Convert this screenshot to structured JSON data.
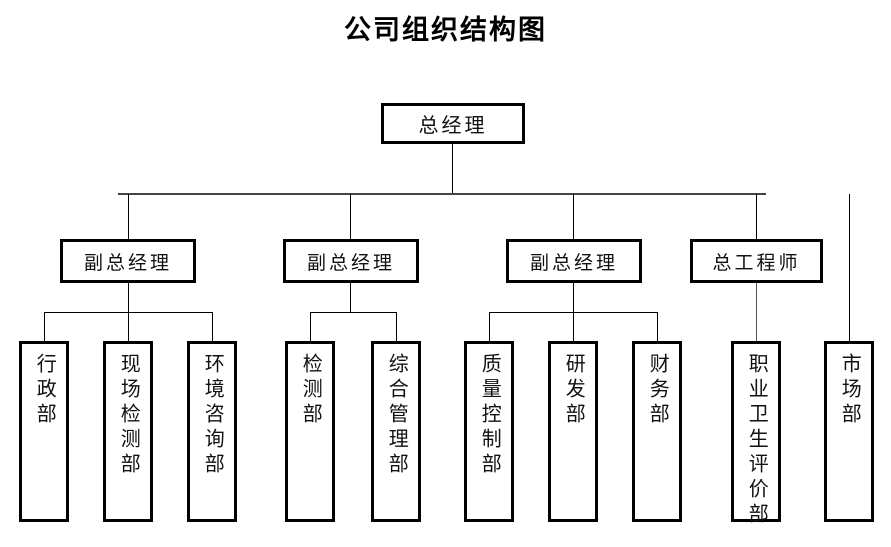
{
  "title": "公司组织结构图",
  "org": {
    "root": {
      "label": "总经理"
    },
    "level2": [
      {
        "label": "副总经理"
      },
      {
        "label": "副总经理"
      },
      {
        "label": "副总经理"
      },
      {
        "label": "总工程师"
      }
    ],
    "departments": [
      {
        "label": "行政部",
        "parent": "副总经理"
      },
      {
        "label": "现场检测部",
        "parent": "副总经理"
      },
      {
        "label": "环境咨询部",
        "parent": "副总经理"
      },
      {
        "label": "检测部",
        "parent": "副总经理"
      },
      {
        "label": "综合管理部",
        "parent": "副总经理"
      },
      {
        "label": "质量控制部",
        "parent": "副总经理"
      },
      {
        "label": "研发部",
        "parent": "副总经理"
      },
      {
        "label": "财务部",
        "parent": "副总经理"
      },
      {
        "label": "职业卫生评价部",
        "parent": "总工程师"
      },
      {
        "label": "市场部",
        "parent": "总经理"
      }
    ]
  },
  "colors": {
    "box_border": "#000000",
    "box_fill": "#ffffff",
    "connector": "#000000",
    "text": "#111111",
    "background": "#ffffff"
  }
}
